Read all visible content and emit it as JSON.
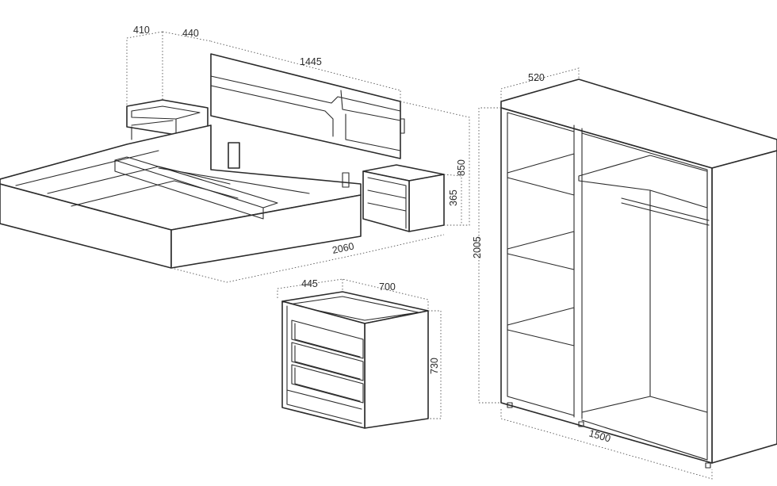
{
  "bed": {
    "nightstand_depth": "410",
    "nightstand_width": "440",
    "headboard_width": "1445",
    "bed_length": "2060",
    "bed_height": "850",
    "nightstand_height": "365"
  },
  "chest": {
    "depth": "445",
    "width": "700",
    "height": "730"
  },
  "wardrobe": {
    "depth": "520",
    "width": "1500",
    "height": "2005"
  },
  "colors": {
    "line": "#2b2b2b",
    "background": "#ffffff"
  }
}
